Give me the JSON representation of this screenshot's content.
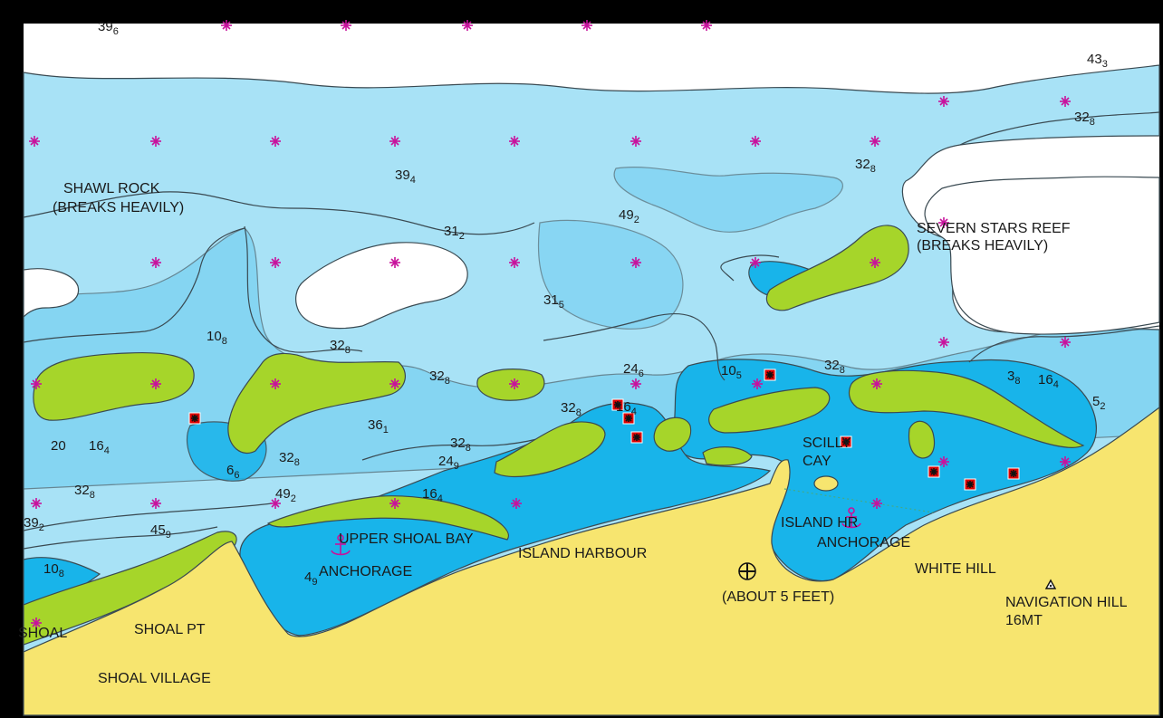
{
  "place_labels": [
    {
      "key": "shawl_rock",
      "lines": [
        "SHAWL ROCK",
        "(BREAKS HEAVILY)"
      ]
    },
    {
      "key": "severn_stars",
      "lines": [
        "SEVERN STARS REEF",
        "(BREAKS HEAVILY)"
      ]
    },
    {
      "key": "scilly_cay",
      "lines": [
        "SCILLY",
        "CAY"
      ]
    },
    {
      "key": "upper_shoal_bay",
      "lines": [
        "UPPER SHOAL BAY"
      ]
    },
    {
      "key": "anchorage_upper",
      "lines": [
        "ANCHORAGE"
      ]
    },
    {
      "key": "island_harbour",
      "lines": [
        "ISLAND HARBOUR"
      ]
    },
    {
      "key": "island_hr_anchorage",
      "lines": [
        "ISLAND HR",
        "ANCHORAGE"
      ]
    },
    {
      "key": "about_5_feet",
      "lines": [
        "(ABOUT 5 FEET)"
      ]
    },
    {
      "key": "white_hill",
      "lines": [
        "WHITE HILL"
      ]
    },
    {
      "key": "navigation_hill",
      "lines": [
        "NAVIGATION HILL",
        "16MT"
      ]
    },
    {
      "key": "shoal_pt",
      "lines": [
        "SHOAL PT"
      ]
    },
    {
      "key": "shoal_village",
      "lines": [
        "SHOAL VILLAGE"
      ]
    },
    {
      "key": "shoal",
      "lines": [
        "SHOAL"
      ]
    }
  ],
  "soundings": [
    {
      "main": "43",
      "sub": "3"
    },
    {
      "main": "32",
      "sub": "8"
    },
    {
      "main": "32",
      "sub": "8"
    },
    {
      "main": "39",
      "sub": "4"
    },
    {
      "main": "49",
      "sub": "2"
    },
    {
      "main": "31",
      "sub": "2"
    },
    {
      "main": "31",
      "sub": "5"
    },
    {
      "main": "10",
      "sub": "8"
    },
    {
      "main": "32",
      "sub": "8"
    },
    {
      "main": "32",
      "sub": "8"
    },
    {
      "main": "24",
      "sub": "6"
    },
    {
      "main": "10",
      "sub": "5"
    },
    {
      "main": "32",
      "sub": "8"
    },
    {
      "main": "3",
      "sub": "8"
    },
    {
      "main": "16",
      "sub": "4"
    },
    {
      "main": "5",
      "sub": "2"
    },
    {
      "main": "32",
      "sub": "8"
    },
    {
      "main": "16",
      "sub": "4"
    },
    {
      "main": "36",
      "sub": "1"
    },
    {
      "main": "20",
      "sub": ""
    },
    {
      "main": "16",
      "sub": "4"
    },
    {
      "main": "32",
      "sub": "8"
    },
    {
      "main": "24",
      "sub": "9"
    },
    {
      "main": "32",
      "sub": "8"
    },
    {
      "main": "6",
      "sub": "6"
    },
    {
      "main": "32",
      "sub": "8"
    },
    {
      "main": "49",
      "sub": "2"
    },
    {
      "main": "16",
      "sub": "4"
    },
    {
      "main": "45",
      "sub": "9"
    },
    {
      "main": "39",
      "sub": "2"
    },
    {
      "main": "10",
      "sub": "8"
    },
    {
      "main": "4",
      "sub": "9"
    },
    {
      "main": "39",
      "sub": "6"
    }
  ],
  "colors": {
    "deep_water": "#ffffff",
    "mid_water": "#a8e2f6",
    "shallow_water": "#6fcdf1",
    "very_shallow": "#18b4ea",
    "drying": "#a6d52a",
    "land": "#f7e56f",
    "contour": "#3a4a52",
    "hazard": "#c8129c",
    "anchor": "#c8129c",
    "frame": "#000000"
  },
  "icons": {
    "hazard": "rock-awash-icon",
    "wreck": "obstruction-icon",
    "anchor": "anchorage-icon",
    "wreck_cross": "wreck-cross-icon",
    "summit": "summit-triangle-icon"
  }
}
